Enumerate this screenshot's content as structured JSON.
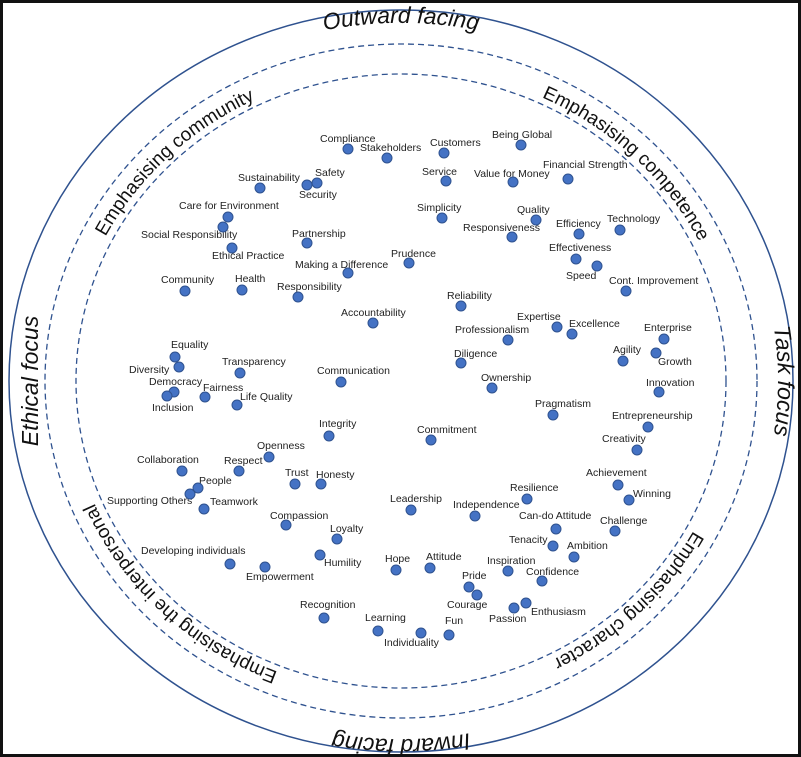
{
  "axes": {
    "top": "Outward facing",
    "bottom": "Inward facing",
    "left": "Ethical focus",
    "right": "Task focus"
  },
  "quadrants": {
    "upper_left": "Emphasising community",
    "upper_right": "Emphasising competence",
    "lower_right": "Emphasising character",
    "lower_left": "Emphasising the interpersonal"
  },
  "values": [
    "Compliance",
    "Stakeholders",
    "Customers",
    "Being Global",
    "Sustainability",
    "Safety",
    "Security",
    "Service",
    "Value for Money",
    "Financial Strength",
    "Care for Environment",
    "Social Responsibility",
    "Ethical Practice",
    "Partnership",
    "Simplicity",
    "Quality",
    "Responsiveness",
    "Efficiency",
    "Technology",
    "Effectiveness",
    "Speed",
    "Prudence",
    "Making a Difference",
    "Community",
    "Health",
    "Responsibility",
    "Cont. Improvement",
    "Reliability",
    "Accountability",
    "Expertise",
    "Professionalism",
    "Excellence",
    "Enterprise",
    "Agility",
    "Growth",
    "Diligence",
    "Ownership",
    "Innovation",
    "Pragmatism",
    "Entrepreneurship",
    "Commitment",
    "Creativity",
    "Achievement",
    "Winning",
    "Resilience",
    "Independence",
    "Leadership",
    "Can-do Attitude",
    "Challenge",
    "Tenacity",
    "Ambition",
    "Inspiration",
    "Confidence",
    "Pride",
    "Courage",
    "Passion",
    "Enthusiasm",
    "Hope",
    "Attitude",
    "Compassion",
    "Loyalty",
    "Humility",
    "Developing individuals",
    "Empowerment",
    "Recognition",
    "Learning",
    "Individuality",
    "Fun",
    "Teamwork",
    "Equality",
    "Diversity",
    "Democracy",
    "Inclusion",
    "Transparency",
    "Fairness",
    "Life Quality",
    "Communication",
    "Integrity",
    "Openness",
    "Collaboration",
    "Respect",
    "Trust",
    "Honesty",
    "People",
    "Supporting Others"
  ],
  "colors": {
    "dot": "#4472c4",
    "line": "#2f528f"
  }
}
